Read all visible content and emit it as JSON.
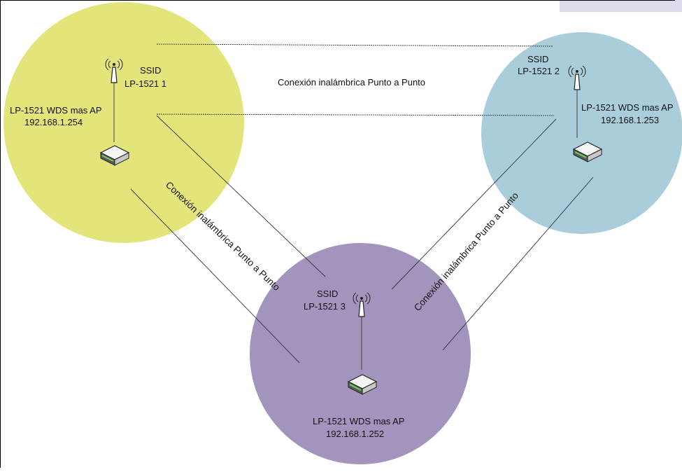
{
  "nodes": [
    {
      "id": "node-1",
      "ssid_label": "SSID",
      "ssid_value": "LP-1521 1",
      "device_label": "LP-1521 WDS mas AP",
      "ip": "192.168.1.254",
      "color": "#e3e57a"
    },
    {
      "id": "node-2",
      "ssid_label": "SSID",
      "ssid_value": "LP-1521 2",
      "device_label": "LP-1521 WDS mas AP",
      "ip": "192.168.1.253",
      "color": "#a9cddb"
    },
    {
      "id": "node-3",
      "ssid_label": "SSID",
      "ssid_value": "LP-1521 3",
      "device_label": "LP-1521 WDS mas AP",
      "ip": "192.168.1.252",
      "color": "#a294bd"
    }
  ],
  "connections": [
    {
      "id": "link-1-2",
      "label": "Conexión inalámbrica Punto a Punto"
    },
    {
      "id": "link-1-3",
      "label": "Conexión inalámbrica Punto a Punto"
    },
    {
      "id": "link-2-3",
      "label": "Conexión inalámbrica Punto a Punto"
    }
  ],
  "icons": [
    "wifi-antenna-icon",
    "router-icon"
  ]
}
